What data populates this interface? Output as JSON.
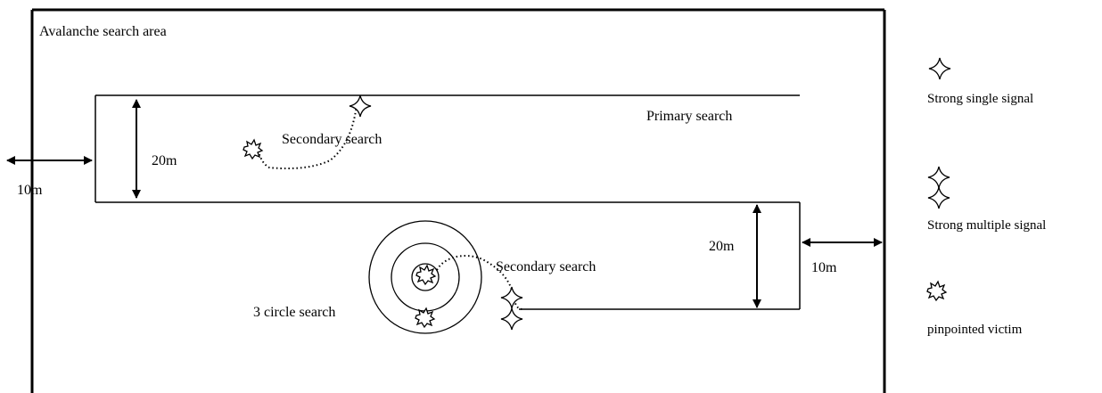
{
  "diagram": {
    "area_label": "Avalanche search area",
    "primary_label": "Primary search",
    "secondary_label_top": "Secondary search",
    "secondary_label_bottom": "Secondary search",
    "three_circle_label": "3 circle search",
    "dim_20m_top": "20m",
    "dim_20m_bottom": "20m",
    "dim_10m_left": "10m",
    "dim_10m_right": "10m"
  },
  "legend": {
    "single_signal": "Strong single signal",
    "multiple_signal": "Strong multiple signal",
    "victim": "pinpointed victim"
  },
  "icons": {
    "single": "four-point-star-icon",
    "multiple": "double-star-icon",
    "victim": "spiky-blob-icon"
  }
}
